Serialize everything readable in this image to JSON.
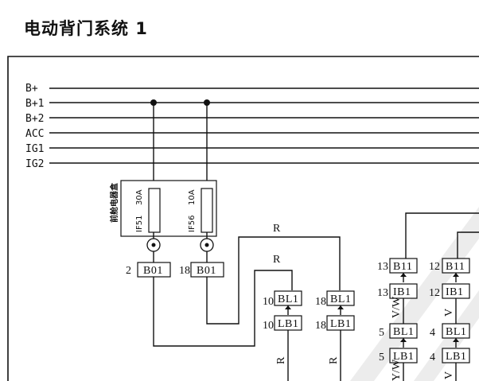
{
  "title": "电动背门系统 1",
  "rails": [
    "B+",
    "B+1",
    "B+2",
    "ACC",
    "IG1",
    "IG2"
  ],
  "fusebox": {
    "label": "前舱电器盒",
    "fuses": [
      {
        "name": "IF51",
        "rating": "30A"
      },
      {
        "name": "IF56",
        "rating": "10A"
      }
    ]
  },
  "connectors": [
    {
      "pin": "2",
      "name": "B01"
    },
    {
      "pin": "18",
      "name": "B01"
    },
    {
      "pin": "10",
      "name": "BL1"
    },
    {
      "pin": "10",
      "name": "LB1"
    },
    {
      "pin": "18",
      "name": "BL1"
    },
    {
      "pin": "18",
      "name": "LB1"
    },
    {
      "pin": "13",
      "name": "B11"
    },
    {
      "pin": "13",
      "name": "IB1"
    },
    {
      "pin": "5",
      "name": "BL1"
    },
    {
      "pin": "5",
      "name": "LB1"
    },
    {
      "pin": "12",
      "name": "B11"
    },
    {
      "pin": "12",
      "name": "IB1"
    },
    {
      "pin": "4",
      "name": "BL1"
    },
    {
      "pin": "4",
      "name": "LB1"
    }
  ],
  "wire_colors": {
    "r_upper": "R",
    "r_lower": "R",
    "r_col1": "R",
    "r_col2": "R",
    "vw_mid": "V/W",
    "v_mid": "V",
    "ww_bottom": "Y/W",
    "v_bottom": "V"
  },
  "colors": {
    "line": "#111111",
    "watermark": "#ececec"
  }
}
